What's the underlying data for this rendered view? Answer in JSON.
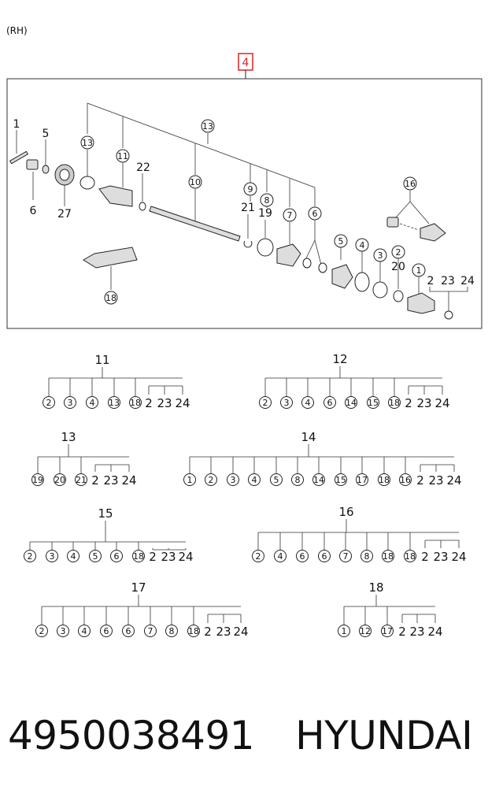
{
  "header": {
    "side_label": "(RH)",
    "assembly_ref": "4"
  },
  "callouts": [
    {
      "id": "c1",
      "text": "1",
      "circled": false
    },
    {
      "id": "c5",
      "text": "5",
      "circled": false
    },
    {
      "id": "c6",
      "text": "6",
      "circled": false
    },
    {
      "id": "c27",
      "text": "27",
      "circled": false
    },
    {
      "id": "c13a",
      "text": "13",
      "circled": true
    },
    {
      "id": "c11",
      "text": "11",
      "circled": true
    },
    {
      "id": "c22",
      "text": "22",
      "circled": false
    },
    {
      "id": "c13b",
      "text": "13",
      "circled": true
    },
    {
      "id": "c10",
      "text": "10",
      "circled": true
    },
    {
      "id": "c9",
      "text": "9",
      "circled": true
    },
    {
      "id": "c8",
      "text": "8",
      "circled": true
    },
    {
      "id": "c21",
      "text": "21",
      "circled": false
    },
    {
      "id": "c19",
      "text": "19",
      "circled": false
    },
    {
      "id": "c7",
      "text": "7",
      "circled": true
    },
    {
      "id": "c6b",
      "text": "6",
      "circled": true
    },
    {
      "id": "c16",
      "text": "16",
      "circled": true
    },
    {
      "id": "c5b",
      "text": "5",
      "circled": true
    },
    {
      "id": "c4",
      "text": "4",
      "circled": true
    },
    {
      "id": "c3",
      "text": "3",
      "circled": true
    },
    {
      "id": "c2",
      "text": "2",
      "circled": true
    },
    {
      "id": "c20",
      "text": "20",
      "circled": false
    },
    {
      "id": "c1b",
      "text": "1",
      "circled": true
    },
    {
      "id": "c2b",
      "text": "2",
      "circled": false
    },
    {
      "id": "c23",
      "text": "23",
      "circled": false
    },
    {
      "id": "c24",
      "text": "24",
      "circled": false
    },
    {
      "id": "c18",
      "text": "18",
      "circled": true
    }
  ],
  "trees": [
    {
      "id": "11",
      "children": [
        {
          "t": "2",
          "c": true
        },
        {
          "t": "3",
          "c": true
        },
        {
          "t": "4",
          "c": true
        },
        {
          "t": "13",
          "c": true
        },
        {
          "t": "18",
          "c": true
        },
        {
          "t": "2",
          "c": false
        },
        {
          "t": "23",
          "c": false
        },
        {
          "t": "24",
          "c": false
        }
      ]
    },
    {
      "id": "12",
      "children": [
        {
          "t": "2",
          "c": true
        },
        {
          "t": "3",
          "c": true
        },
        {
          "t": "4",
          "c": true
        },
        {
          "t": "6",
          "c": true
        },
        {
          "t": "14",
          "c": true
        },
        {
          "t": "15",
          "c": true
        },
        {
          "t": "18",
          "c": true
        },
        {
          "t": "2",
          "c": false
        },
        {
          "t": "23",
          "c": false
        },
        {
          "t": "24",
          "c": false
        }
      ]
    },
    {
      "id": "13",
      "children": [
        {
          "t": "19",
          "c": true
        },
        {
          "t": "20",
          "c": true
        },
        {
          "t": "21",
          "c": true
        },
        {
          "t": "2",
          "c": false
        },
        {
          "t": "23",
          "c": false
        },
        {
          "t": "24",
          "c": false
        }
      ]
    },
    {
      "id": "14",
      "children": [
        {
          "t": "1",
          "c": true
        },
        {
          "t": "2",
          "c": true
        },
        {
          "t": "3",
          "c": true
        },
        {
          "t": "4",
          "c": true
        },
        {
          "t": "5",
          "c": true
        },
        {
          "t": "8",
          "c": true
        },
        {
          "t": "14",
          "c": true
        },
        {
          "t": "15",
          "c": true
        },
        {
          "t": "17",
          "c": true
        },
        {
          "t": "18",
          "c": true
        },
        {
          "t": "16",
          "c": true
        },
        {
          "t": "2",
          "c": false
        },
        {
          "t": "23",
          "c": false
        },
        {
          "t": "24",
          "c": false
        }
      ]
    },
    {
      "id": "15",
      "children": [
        {
          "t": "2",
          "c": true
        },
        {
          "t": "3",
          "c": true
        },
        {
          "t": "4",
          "c": true
        },
        {
          "t": "5",
          "c": true
        },
        {
          "t": "6",
          "c": true
        },
        {
          "t": "18",
          "c": true
        },
        {
          "t": "2",
          "c": false
        },
        {
          "t": "23",
          "c": false
        },
        {
          "t": "24",
          "c": false
        }
      ]
    },
    {
      "id": "16",
      "children": [
        {
          "t": "2",
          "c": true
        },
        {
          "t": "4",
          "c": true
        },
        {
          "t": "6",
          "c": true
        },
        {
          "t": "6",
          "c": true
        },
        {
          "t": "7",
          "c": true
        },
        {
          "t": "8",
          "c": true
        },
        {
          "t": "18",
          "c": true
        },
        {
          "t": "18",
          "c": true
        },
        {
          "t": "2",
          "c": false
        },
        {
          "t": "23",
          "c": false
        },
        {
          "t": "24",
          "c": false
        }
      ]
    },
    {
      "id": "17",
      "children": [
        {
          "t": "2",
          "c": true
        },
        {
          "t": "3",
          "c": true
        },
        {
          "t": "4",
          "c": true
        },
        {
          "t": "6",
          "c": true
        },
        {
          "t": "6",
          "c": true
        },
        {
          "t": "7",
          "c": true
        },
        {
          "t": "8",
          "c": true
        },
        {
          "t": "18",
          "c": true
        },
        {
          "t": "2",
          "c": false
        },
        {
          "t": "23",
          "c": false
        },
        {
          "t": "24",
          "c": false
        }
      ]
    },
    {
      "id": "18",
      "children": [
        {
          "t": "1",
          "c": true
        },
        {
          "t": "12",
          "c": true
        },
        {
          "t": "17",
          "c": true
        },
        {
          "t": "2",
          "c": false
        },
        {
          "t": "23",
          "c": false
        },
        {
          "t": "24",
          "c": false
        }
      ]
    }
  ],
  "footer": {
    "part_number": "4950038491",
    "brand": "HYUNDAI"
  },
  "colors": {
    "line": "#222222",
    "highlight": "#dd2222",
    "part_fill": "#dddddd"
  }
}
